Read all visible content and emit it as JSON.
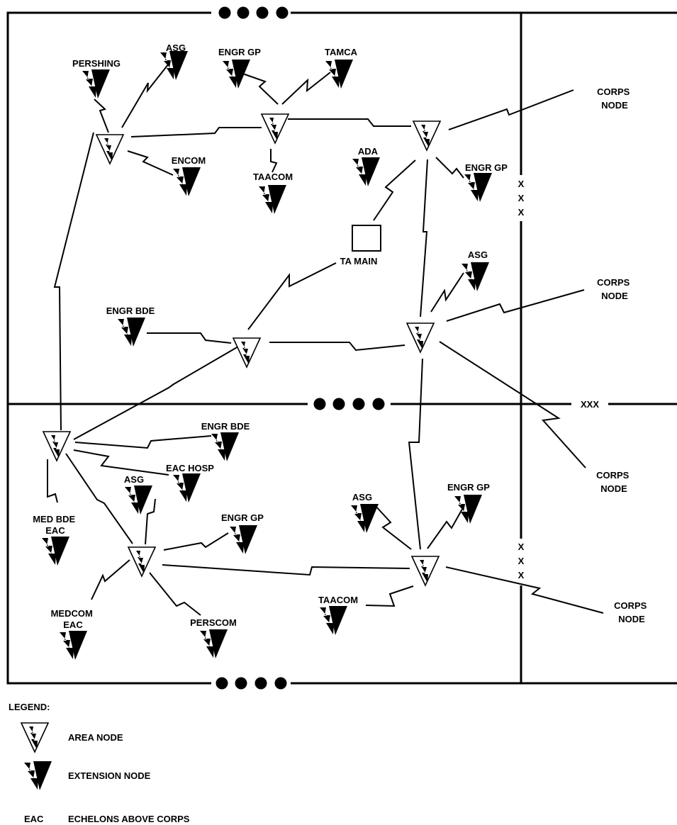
{
  "node_labels": {
    "pershing": "PERSHING",
    "asg_top": "ASG",
    "engr_gp_top": "ENGR GP",
    "tamca": "TAMCA",
    "corps_node_1": [
      "CORPS",
      "NODE"
    ],
    "encom": "ENCOM",
    "taacom_top": "TAACOM",
    "ada": "ADA",
    "engr_gp_right": "ENGR GP",
    "ta_main": "TA MAIN",
    "asg_mid": "ASG",
    "corps_node_2": [
      "CORPS",
      "NODE"
    ],
    "engr_bde_top": "ENGR BDE",
    "xxx_boundary": "XXX",
    "corps_node_3": [
      "CORPS",
      "NODE"
    ],
    "engr_bde_bottom": "ENGR BDE",
    "eac_hosp": "EAC HOSP",
    "asg_bottom_left": "ASG",
    "med_bde_eac": [
      "MED BDE",
      "EAC"
    ],
    "engr_gp_bottom_mid": "ENGR GP",
    "asg_bottom_right": "ASG",
    "engr_gp_bottom_right": "ENGR GP",
    "corps_node_4": [
      "CORPS",
      "NODE"
    ],
    "medcom_eac": [
      "MEDCOM",
      "EAC"
    ],
    "perscom": "PERSCOM",
    "taacom_bottom": "TAACOM"
  },
  "boundary_marks": {
    "upper": [
      "X",
      "X",
      "X"
    ],
    "lower": [
      "X",
      "X",
      "X"
    ]
  },
  "legend": {
    "title": "LEGEND:",
    "area_node": "AREA NODE",
    "extension_node": "EXTENSION NODE",
    "eac_abbr": "EAC",
    "eac_meaning": "ECHELONS ABOVE CORPS"
  }
}
